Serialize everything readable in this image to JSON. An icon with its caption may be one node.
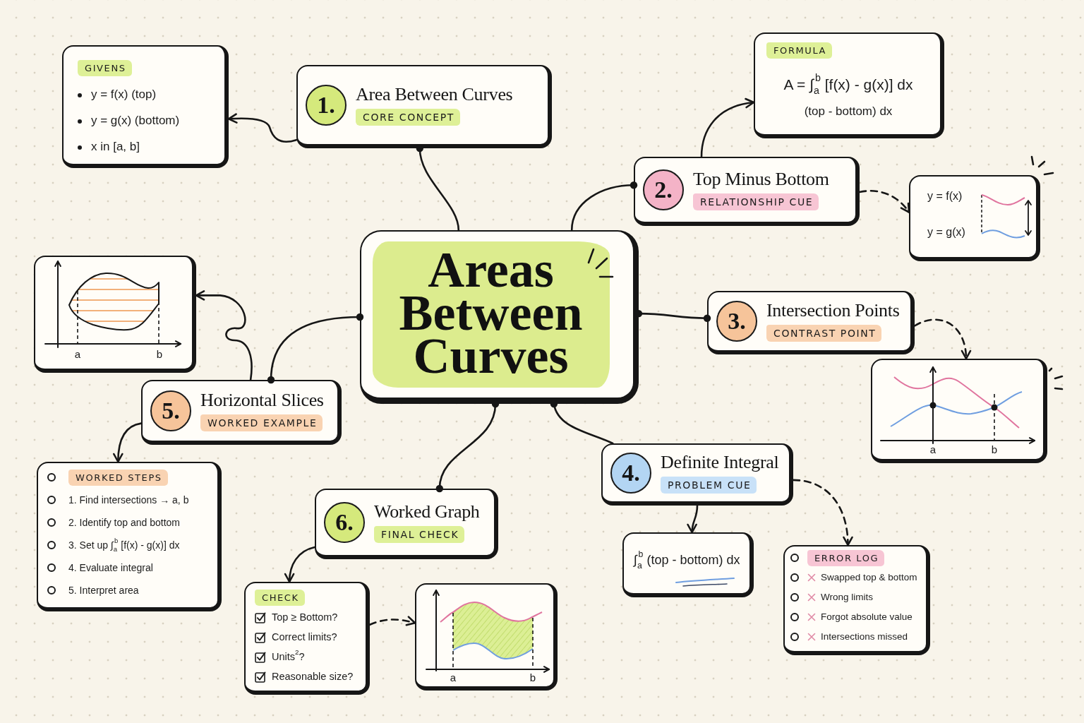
{
  "diagram": {
    "nodes": [
      {
        "text": [
          "Areas Between Curves"
        ]
      },
      {
        "text": [
          "1.",
          "Area Between Curves",
          "CORE CONCEPT"
        ]
      },
      {
        "text": [
          "GIVENS",
          "y = f(x) (top)",
          "y = g(x) (bottom)",
          "x in [a, b]"
        ]
      },
      {
        "text": [
          "2.",
          "Top Minus Bottom",
          "RELATIONSHIP CUE"
        ]
      },
      {
        "text": [
          "FORMULA",
          "A = ∫$_{a}$$^{b}$ [f(x) - g(x)] dx",
          "(top - bottom) dx"
        ]
      },
      {
        "text": [
          "y = f(x)",
          "y = g(x)"
        ]
      },
      {
        "text": [
          "3.",
          "Intersection Points",
          "CONTRAST POINT"
        ]
      },
      {
        "text": [
          "a",
          "b"
        ]
      },
      {
        "text": [
          "a",
          "b"
        ]
      },
      {
        "text": [
          "5.",
          "Horizontal Slices",
          "WORKED EXAMPLE"
        ]
      },
      {
        "text": [
          "WORKED STEPS",
          "1. Find intersections → a, b",
          "2. Identify top and bottom",
          "3. Set up ∫$_{a}$$^{b}$ [f(x) - g(x)] dx",
          "4. Evaluate integral",
          "5. Interpret area"
        ]
      },
      {
        "text": [
          "4.",
          "Definite Integral",
          "PROBLEM CUE"
        ]
      },
      {
        "text": [
          "∫$_{a}$$^{b}$ (top - bottom) dx"
        ]
      },
      {
        "text": [
          "ERROR LOG",
          "Swapped top & bottom",
          "Wrong limits",
          "Forgot absolute value",
          "Intersections missed"
        ]
      },
      {
        "text": [
          "6.",
          "Worked Graph",
          "FINAL CHECK"
        ]
      },
      {
        "text": [
          "CHECK",
          "Top ≥ Bottom?",
          "Correct limits?",
          "Units$^{2}$?",
          "Reasonable size?"
        ]
      },
      {
        "text": [
          "a",
          "b"
        ]
      }
    ],
    "edges": [
      {
        "from": 0,
        "to": 1,
        "arrow": "other"
      },
      {
        "from": 0,
        "to": 3,
        "arrow": "other"
      },
      {
        "from": 0,
        "to": 6,
        "arrow": "other"
      },
      {
        "from": 0,
        "to": 9,
        "arrow": "other"
      },
      {
        "from": 0,
        "to": 14,
        "arrow": "other"
      },
      {
        "from": 0,
        "to": 11,
        "arrow": "other"
      },
      {
        "from": 1,
        "to": 2,
        "arrow": "to"
      },
      {
        "from": 3,
        "to": 4,
        "arrow": "to"
      },
      {
        "from": 3,
        "to": 5,
        "arrow": "to",
        "style": "dashed"
      },
      {
        "from": 6,
        "to": 7,
        "arrow": "to",
        "style": "dashed"
      },
      {
        "from": 9,
        "to": 8,
        "arrow": "to"
      },
      {
        "from": 9,
        "to": 10,
        "arrow": "to"
      },
      {
        "from": 11,
        "to": 12,
        "arrow": "to"
      },
      {
        "from": 11,
        "to": 13,
        "arrow": "to",
        "style": "dashed"
      },
      {
        "from": 14,
        "to": 15,
        "arrow": "to"
      },
      {
        "from": 15,
        "to": 16,
        "arrow": "to",
        "style": "dashed"
      }
    ]
  }
}
